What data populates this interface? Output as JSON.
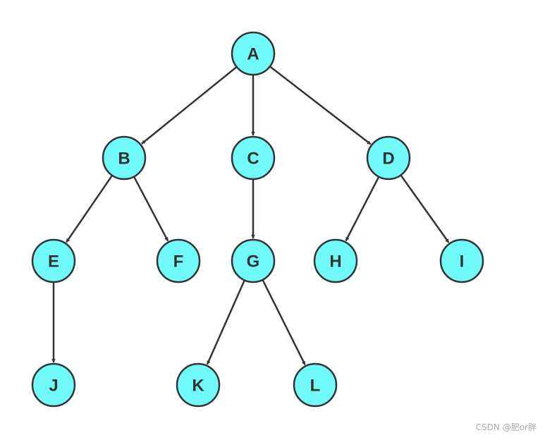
{
  "diagram": {
    "nodes": [
      {
        "id": "A",
        "label": "A"
      },
      {
        "id": "B",
        "label": "B"
      },
      {
        "id": "C",
        "label": "C"
      },
      {
        "id": "D",
        "label": "D"
      },
      {
        "id": "E",
        "label": "E"
      },
      {
        "id": "F",
        "label": "F"
      },
      {
        "id": "G",
        "label": "G"
      },
      {
        "id": "H",
        "label": "H"
      },
      {
        "id": "I",
        "label": "I"
      },
      {
        "id": "J",
        "label": "J"
      },
      {
        "id": "K",
        "label": "K"
      },
      {
        "id": "L",
        "label": "L"
      }
    ],
    "edges": [
      {
        "from": "A",
        "to": "B"
      },
      {
        "from": "A",
        "to": "C"
      },
      {
        "from": "A",
        "to": "D"
      },
      {
        "from": "B",
        "to": "E"
      },
      {
        "from": "B",
        "to": "F"
      },
      {
        "from": "C",
        "to": "G"
      },
      {
        "from": "D",
        "to": "H"
      },
      {
        "from": "D",
        "to": "I"
      },
      {
        "from": "E",
        "to": "J"
      },
      {
        "from": "G",
        "to": "K"
      },
      {
        "from": "G",
        "to": "L"
      }
    ],
    "colors": {
      "node_fill": "#70fafa",
      "node_stroke": "#333333",
      "edge_stroke": "#333333",
      "label_color": "#333333"
    }
  },
  "watermark": {
    "text": "CSDN @肥or胖"
  }
}
